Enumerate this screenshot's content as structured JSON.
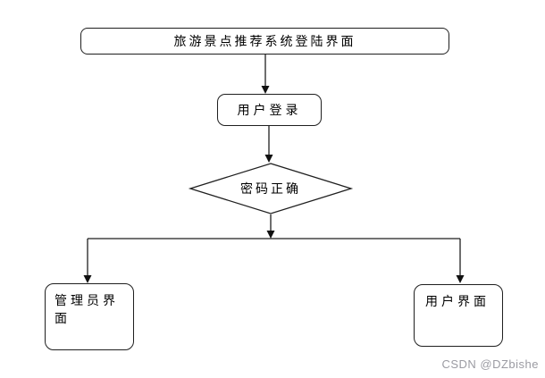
{
  "page": {
    "background_color": "#ffffff",
    "stroke_color": "#1f1f1f",
    "watermark": "CSDN @DZbishe",
    "watermark_color": "#9b9ba2"
  },
  "flowchart": {
    "nodes": {
      "start": {
        "label": "旅游景点推荐系统登陆界面",
        "shape": "rounded-rect"
      },
      "login": {
        "label": "用户登录",
        "shape": "rounded-rect"
      },
      "decision": {
        "label": "密码正确",
        "shape": "diamond"
      },
      "admin": {
        "label": "管理员界面",
        "shape": "rounded-rect"
      },
      "user": {
        "label": "用户界面",
        "shape": "rounded-rect"
      }
    },
    "edges": [
      {
        "from": "start",
        "to": "login"
      },
      {
        "from": "login",
        "to": "decision"
      },
      {
        "from": "decision",
        "to": "admin"
      },
      {
        "from": "decision",
        "to": "user"
      }
    ]
  }
}
